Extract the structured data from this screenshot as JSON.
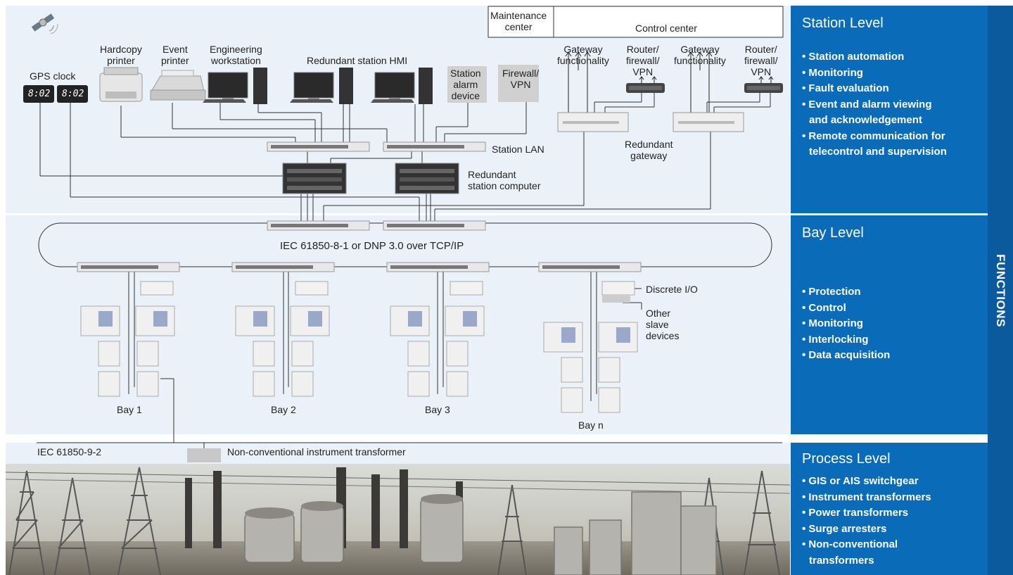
{
  "labels": {
    "gps_clock": "GPS clock",
    "gps_time_1": "8:02",
    "gps_time_2": "8:02",
    "hardcopy_printer": "Hardcopy\nprinter",
    "event_printer": "Event\nprinter",
    "engineering_workstation": "Engineering\nworkstation",
    "redundant_hmi": "Redundant station HMI",
    "station_alarm": "Station\nalarm\ndevice",
    "firewall_vpn": "Firewall/\nVPN",
    "maintenance_center": "Maintenance\ncenter",
    "control_center": "Control center",
    "gateway_functionality_1": "Gateway\nfunctionality",
    "router_1": "Router/\nfirewall/\nVPN",
    "gateway_functionality_2": "Gateway\nfunctionality",
    "router_2": "Router/\nfirewall/\nVPN",
    "station_lan": "Station LAN",
    "redundant_gateway": "Redundant\ngateway",
    "redundant_station_computer": "Redundant\nstation computer",
    "bus_protocol": "IEC 61850-8-1 or DNP 3.0 over TCP/IP",
    "discrete_io": "Discrete I/O",
    "other_slave_devices": "Other\nslave\ndevices",
    "bay_1": "Bay 1",
    "bay_2": "Bay 2",
    "bay_3": "Bay 3",
    "bay_n": "Bay n",
    "process_bus": "IEC 61850-9-2",
    "non_conventional": "Non-conventional instrument transformer"
  },
  "levels": {
    "station": {
      "title": "Station Level",
      "items": [
        "• Station automation",
        "• Monitoring",
        "• Fault evaluation",
        "• Event and alarm viewing",
        "and acknowledgement",
        "• Remote communication for",
        "telecontrol and supervision"
      ]
    },
    "bay": {
      "title": "Bay Level",
      "items": [
        "• Protection",
        "• Control",
        "• Monitoring",
        "• Interlocking",
        "• Data acquisition"
      ]
    },
    "process": {
      "title": "Process Level",
      "items": [
        "• GIS or AIS switchgear",
        "• Instrument transformers",
        "• Power transformers",
        "• Surge arresters",
        "• Non-conventional",
        "transformers"
      ]
    }
  },
  "side_label": "FUNCTIONS",
  "colors": {
    "panel": "#0a6cb8",
    "side_bar": "#0b5a9d",
    "band": "#eaf1f8"
  }
}
